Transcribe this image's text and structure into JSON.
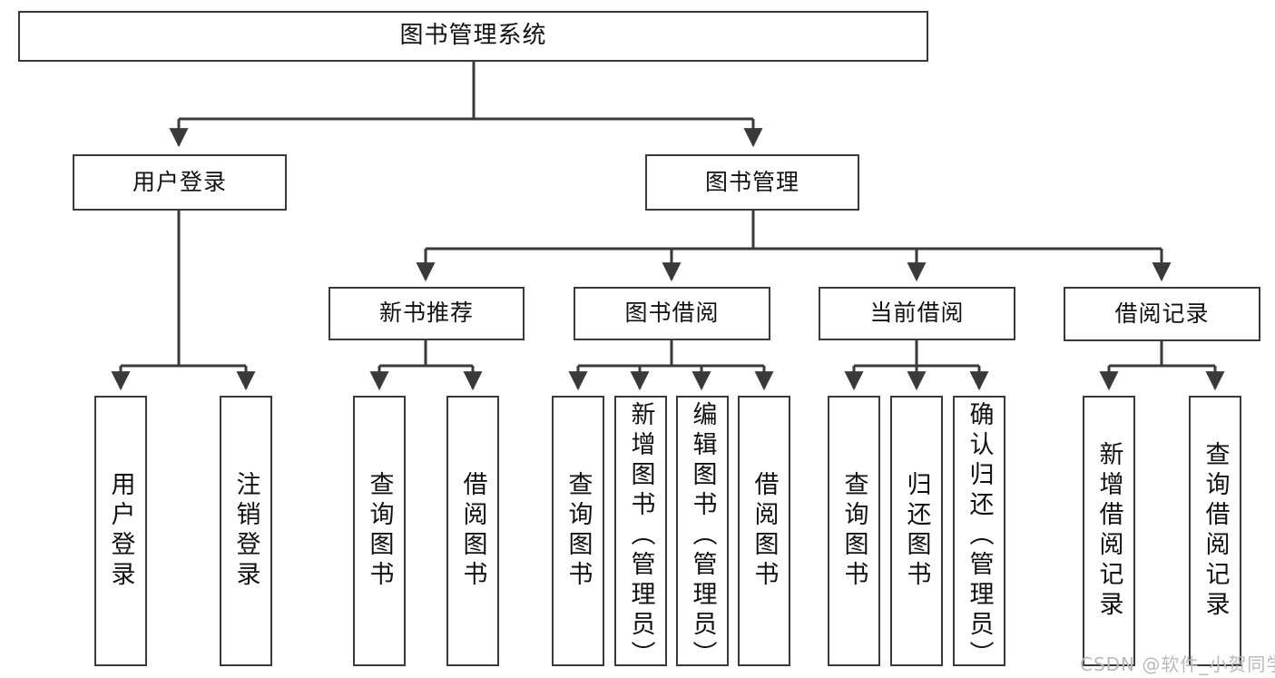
{
  "diagram": {
    "title": "图书管理系统",
    "watermark": "CSDN @软件_小贺同学",
    "line_color": "#3a3a3a",
    "box_fill": "#ffffff",
    "text_color": "#111111",
    "nodes": {
      "root": {
        "label": "图书管理系统"
      },
      "level2": [
        {
          "id": "user-login",
          "label": "用户登录"
        },
        {
          "id": "book-manage",
          "label": "图书管理"
        }
      ],
      "level3": [
        {
          "id": "new-book-recommend",
          "label": "新书推荐"
        },
        {
          "id": "book-borrow",
          "label": "图书借阅"
        },
        {
          "id": "current-borrow",
          "label": "当前借阅"
        },
        {
          "id": "borrow-record",
          "label": "借阅记录"
        }
      ],
      "leaves": [
        {
          "id": "leaf-user-login",
          "label": "用户登录",
          "parent": "user-login"
        },
        {
          "id": "leaf-logout-login",
          "label": "注销登录",
          "parent": "user-login"
        },
        {
          "id": "leaf-query-book-1",
          "label": "查询图书",
          "parent": "new-book-recommend"
        },
        {
          "id": "leaf-borrow-book-1",
          "label": "借阅图书",
          "parent": "new-book-recommend"
        },
        {
          "id": "leaf-query-book-2",
          "label": "查询图书",
          "parent": "book-borrow"
        },
        {
          "id": "leaf-add-book",
          "label": "新增图书（管理员）",
          "parent": "book-borrow"
        },
        {
          "id": "leaf-edit-book",
          "label": "编辑图书（管理员）",
          "parent": "book-borrow"
        },
        {
          "id": "leaf-borrow-book-2",
          "label": "借阅图书",
          "parent": "book-borrow"
        },
        {
          "id": "leaf-query-book-3",
          "label": "查询图书",
          "parent": "current-borrow"
        },
        {
          "id": "leaf-return-book",
          "label": "归还图书",
          "parent": "current-borrow"
        },
        {
          "id": "leaf-confirm-return",
          "label": "确认归还（管理员）",
          "parent": "current-borrow"
        },
        {
          "id": "leaf-add-record",
          "label": "新增借阅记录",
          "parent": "borrow-record"
        },
        {
          "id": "leaf-query-record",
          "label": "查询借阅记录",
          "parent": "borrow-record"
        }
      ]
    }
  }
}
